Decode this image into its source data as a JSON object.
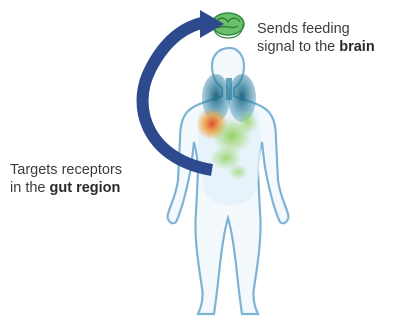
{
  "annotations": {
    "top": {
      "line1": "Sends feeding",
      "line2_prefix": "signal to the ",
      "line2_bold": "brain"
    },
    "left": {
      "line1": "Targets receptors",
      "line2_prefix": "in the ",
      "line2_bold": "gut region"
    }
  },
  "colors": {
    "arrow": "#2e4a8f",
    "body_outline": "#7fb3d3",
    "body_fill": "#f3f9fd",
    "brain": "#3aa84f",
    "lungs": "#1f6f8f",
    "gut_hot": "#e0421d",
    "gut_warm": "#f2a23b",
    "gut_cool": "#7bc44a"
  }
}
